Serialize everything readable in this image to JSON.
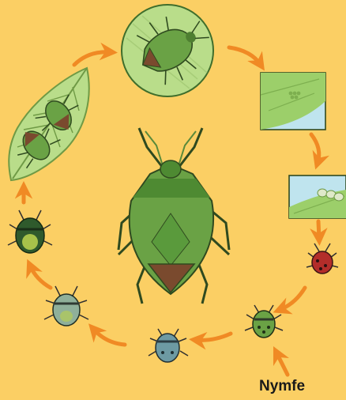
{
  "labels": {
    "nymph": "Nymfe"
  },
  "colors": {
    "background": "#fbcf64",
    "arrow": "#f08a24",
    "leaf": "#b9dd8a",
    "leaf_vein": "#6f9a45",
    "bug_green": "#6aa245",
    "bug_dark_green": "#3f6e2c",
    "bug_brown": "#7a4a2e",
    "water": "#bfe4ee"
  },
  "stages": [
    {
      "id": "adult-center",
      "icon": "adult-shield-bug-icon"
    },
    {
      "id": "mating",
      "icon": "mating-bugs-on-leaf-icon"
    },
    {
      "id": "adult-circle",
      "icon": "adult-bug-in-circle-icon"
    },
    {
      "id": "eggs-on-leaf",
      "icon": "eggs-on-leaf-icon"
    },
    {
      "id": "egg-close-up",
      "icon": "egg-closeup-icon"
    },
    {
      "id": "nymph-1",
      "icon": "red-nymph-icon"
    },
    {
      "id": "nymph-2",
      "icon": "green-nymph-icon"
    },
    {
      "id": "nymph-3",
      "icon": "blue-nymph-icon"
    },
    {
      "id": "nymph-4",
      "icon": "grey-green-nymph-icon"
    },
    {
      "id": "nymph-5",
      "icon": "dark-green-nymph-icon"
    }
  ]
}
